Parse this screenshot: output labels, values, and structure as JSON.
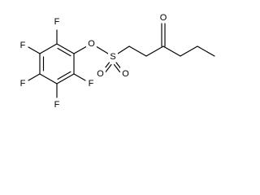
{
  "molecule": {
    "atoms": {
      "f_top": "F",
      "f_upper_left": "F",
      "f_lower_left": "F",
      "f_bottom": "F",
      "f_right": "F",
      "o_ester": "O",
      "s": "S",
      "o_sulfonyl_1": "O",
      "o_sulfonyl_2": "O",
      "o_ketone": "O"
    }
  }
}
